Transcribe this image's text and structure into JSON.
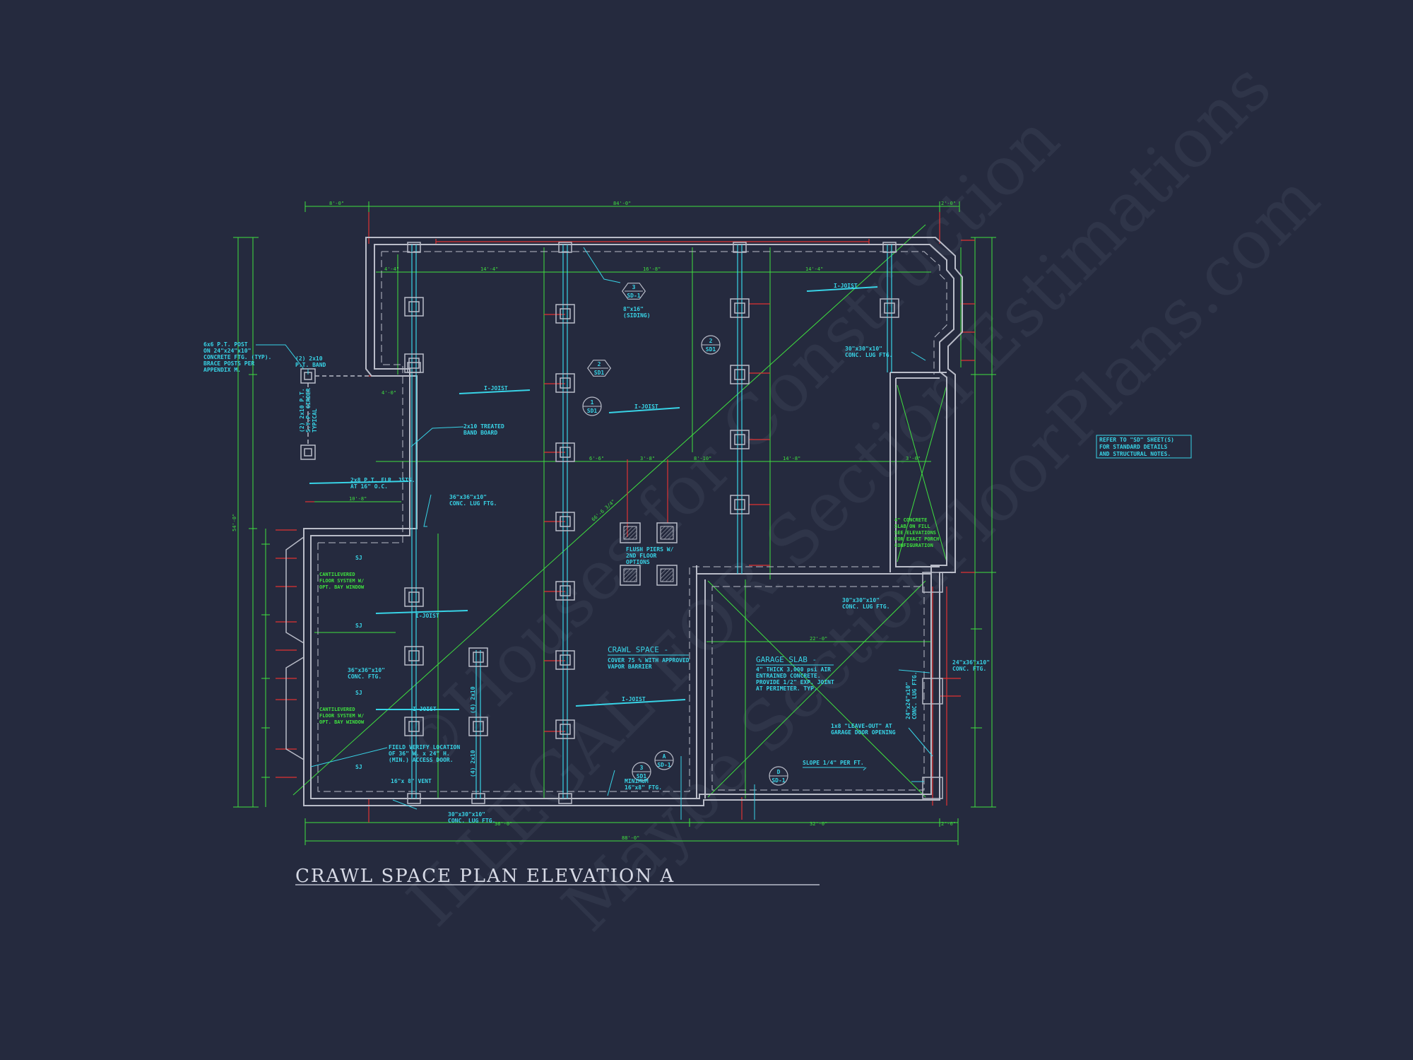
{
  "title": "CRAWL SPACE PLAN ELEVATION A",
  "refer_note": [
    "REFER TO \"SD\" SHEET(S)",
    "FOR STANDARD DETAILS",
    "AND STRUCTURAL NOTES."
  ],
  "watermark": [
    "©Houses for Construction",
    "ILLEGAL FOR Section Estimations",
    "Maybe SectionFloorPlans.com"
  ],
  "labels": {
    "crawl_space_title": "CRAWL SPACE -",
    "crawl_space_body": [
      "COVER 75 % WITH APPROVED",
      "VAPOR BARRIER"
    ],
    "garage_slab_title": "GARAGE SLAB -",
    "garage_slab_body": [
      "4\" THICK 3,000 psi AIR",
      "ENTRAINED CONCRETE.",
      "PROVIDE 1/2\" EXP. JOINT",
      "AT PERIMETER. TYP."
    ],
    "post_note": [
      "6x6 P.T. POST",
      "ON 24\"x24\"x10\"",
      "CONCRETE FTG. (TYP).",
      "BRACE POSTS PER",
      "APPENDIX M."
    ],
    "band": [
      "(2) 2x10",
      "P.T. BAND"
    ],
    "girder": [
      "(2) 2x10 P.T.",
      "S.Y.P. GIRDER",
      "TYPICAL"
    ],
    "treated_band": [
      "2x10 TREATED",
      "BAND BOARD"
    ],
    "flr_joists": [
      "2x8 P.T. FLR. JSTS.",
      "AT 16\" O.C."
    ],
    "conc_lug_1": [
      "36\"x36\"x10\"",
      "CONC. LUG FTG."
    ],
    "conc_lug_2": [
      "30\"x30\"x10\"",
      "CONC. LUG FTG."
    ],
    "conc_lug_3": [
      "30\"x30\"x10\"",
      "CONC. LUG FTG."
    ],
    "conc_lug_4": [
      "30\"x30\"x10\"",
      "CONC. LUG FTG."
    ],
    "conc_ftg": [
      "36\"x36\"x10\"",
      "CONC. FTG."
    ],
    "conc_ftg_right": [
      "24\"x36\"x10\"",
      "CONC. FTG."
    ],
    "conc_lug_vert": [
      "24\"x24\"x10\"",
      "CONC. LUG FTG."
    ],
    "cantilever_1": [
      "CANTILEVERED",
      "FLOOR SYSTEM W/",
      "OPT. BAY WINDOW"
    ],
    "cantilever_2": [
      "CANTILEVERED",
      "FLOOR SYSTEM W/",
      "OPT. BAY WINDOW"
    ],
    "flush_piers": [
      "FLUSH PIERS W/",
      "2ND FLOOR",
      "OPTIONS"
    ],
    "porch_slab": [
      "4\" CONCRETE",
      "SLAB ON FILL",
      "SEE ELEVATIONS",
      "FOR EXACT PORCH",
      "CONFIGURATION"
    ],
    "access_door": [
      "FIELD VERIFY LOCATION",
      "OF 36\" W. x 24\" H.",
      "(MIN.) ACCESS DOOR."
    ],
    "vent": "16\"x 8\" VENT",
    "min_ftg": [
      "MINIMUM",
      "16\"x8\" FTG."
    ],
    "leave_out": [
      "1x8 \"LEAVE-OUT\" AT",
      "GARAGE DOOR OPENING"
    ],
    "slope": "SLOPE 1/4\" PER FT.",
    "siding": [
      "8\"x16\"",
      "(SIDING)"
    ],
    "ijoist": "I-JOIST",
    "sj": "SJ",
    "two_x_ten": "(4) 2x10"
  },
  "callouts": [
    {
      "num": "3",
      "ref": "SD-1"
    },
    {
      "num": "2",
      "ref": "SD1"
    },
    {
      "num": "1",
      "ref": "SD1"
    },
    {
      "num": "2",
      "ref": "SD1"
    },
    {
      "num": "A",
      "ref": "SD-1"
    },
    {
      "num": "3",
      "ref": "SD1"
    },
    {
      "num": "D",
      "ref": "SD-1"
    }
  ],
  "dimensions": {
    "top_overall": "84'-0\"",
    "top_left": "8'-0\"",
    "top_right": "2'-0\"",
    "bottom_overall": "88'-0\"",
    "bottom_left": "36'-0\"",
    "bottom_mid": "32'-0\"",
    "bottom_right": "2'-0\"",
    "left_overall": "54'-0\"",
    "garage": "22'-0\"",
    "interior": [
      "14'-4\"",
      "16'-8\"",
      "14'-4\"",
      "4'-4\"",
      "4'-0\"",
      "10'-8\"",
      "6'-6\"",
      "3'-8\"",
      "8'-10\"",
      "14'-8\"",
      "3'-0\""
    ],
    "diag": "66'-6 3/4\""
  }
}
